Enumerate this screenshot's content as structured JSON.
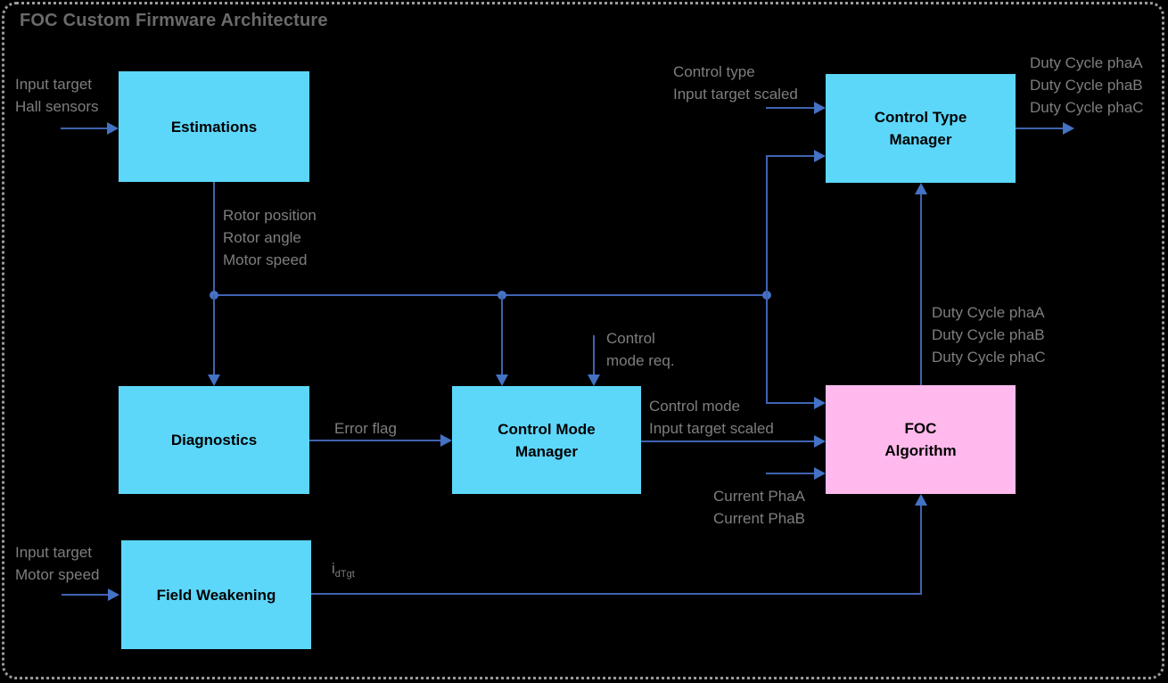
{
  "title": "FOC Custom Firmware Architecture",
  "diagram": {
    "nodes": {
      "estimations": {
        "label": "Estimations"
      },
      "diagnostics": {
        "label": "Diagnostics"
      },
      "control_mode_manager": {
        "line1": "Control Mode",
        "line2": "Manager"
      },
      "control_type_manager": {
        "line1": "Control Type",
        "line2": "Manager"
      },
      "foc_algorithm": {
        "line1": "FOC",
        "line2": "Algorithm"
      },
      "field_weakening": {
        "label": "Field Weakening"
      }
    },
    "labels": {
      "estimations_inputs": {
        "line1": "Input target",
        "line2": "Hall sensors"
      },
      "estimations_outputs": {
        "line1": "Rotor position",
        "line2": "Rotor angle",
        "line3": "Motor speed"
      },
      "control_type_inputs": {
        "line1": "Control type",
        "line2": "Input target scaled"
      },
      "control_type_outputs": {
        "line1": "Duty Cycle phaA",
        "line2": "Duty Cycle phaB",
        "line3": "Duty Cycle phaC"
      },
      "control_mode_request": {
        "line1": "Control",
        "line2": "mode req."
      },
      "error_flag": "Error flag",
      "control_mode_outputs": {
        "line1": "Control mode",
        "line2": "Input target scaled"
      },
      "duty_cycle_feedback": {
        "line1": "Duty Cycle phaA",
        "line2": "Duty Cycle phaB",
        "line3": "Duty Cycle phaC"
      },
      "current_inputs": {
        "line1": "Current PhaA",
        "line2": "Current PhaB"
      },
      "field_weakening_inputs": {
        "line1": "Input target",
        "line2": "Motor speed"
      },
      "idtgt_base": "i",
      "idtgt_sub": "dTgt"
    },
    "colors": {
      "background": "#000000",
      "node_cyan": "#5cd7fa",
      "node_pink": "#ffb9ec",
      "edge_line_blue": "#4063b2",
      "arrow_blue": "#4472c4",
      "label_gray": "#7e7e7e",
      "title_gray": "#6a6a6a",
      "border_gray": "#9b9b9b"
    }
  }
}
